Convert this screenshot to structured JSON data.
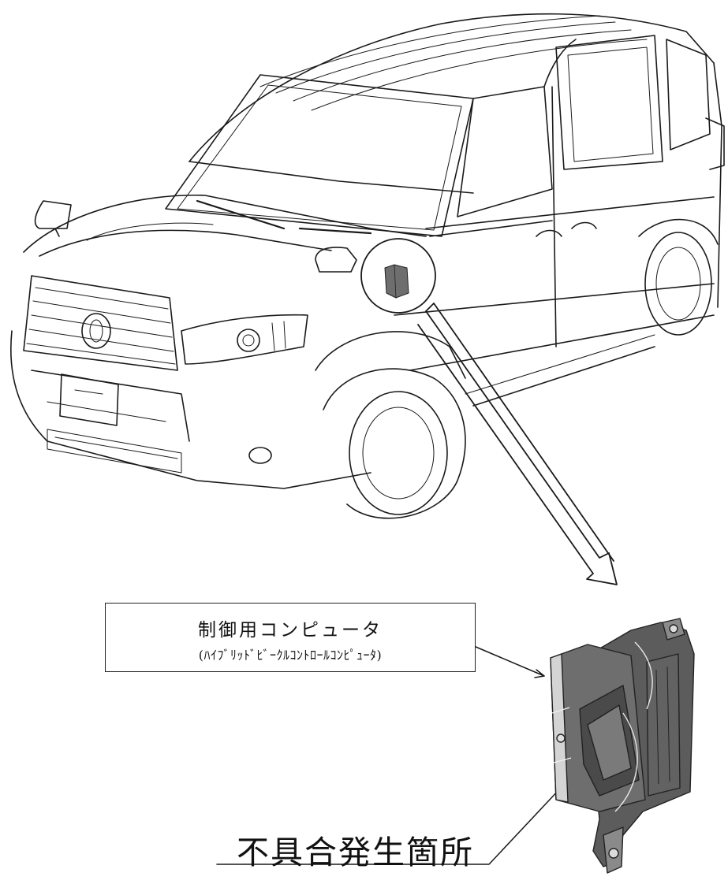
{
  "callout": {
    "title": "制御用コンピュータ",
    "subtitle": "(ﾊｲﾌﾞﾘｯﾄﾞﾋﾞｰｸﾙｺﾝﾄﾛｰﾙｺﾝﾋﾟｭｰﾀ)"
  },
  "fault_location_label": "不具合発生箇所",
  "colors": {
    "line": "#1a1a1a",
    "ecu_body": "#6e6e6e",
    "ecu_shade": "#4a4a4a",
    "ecu_light": "#bdbdbd"
  }
}
